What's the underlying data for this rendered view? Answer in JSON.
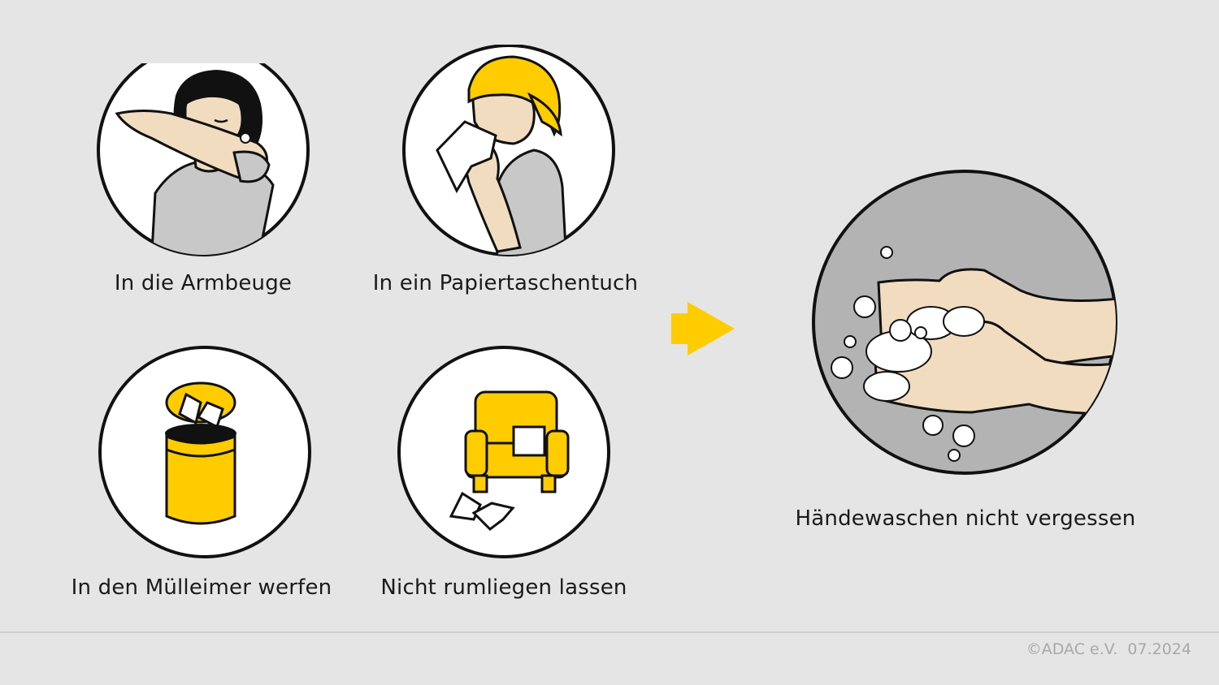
{
  "captions": {
    "elbow": "In die Armbeuge",
    "tissue": "In ein Papiertaschentuch",
    "bin": "In den Mülleimer werfen",
    "floor": "Nicht rumliegen lassen",
    "wash": "Händewaschen nicht vergessen"
  },
  "footer": {
    "copyright": "©ADAC e.V.",
    "date": "07.2024"
  },
  "icons": {
    "elbow": "person-sneezing-into-elbow-icon",
    "tissue": "person-sneezing-into-tissue-icon",
    "bin": "trash-bin-with-tissues-icon",
    "floor": "armchair-with-tissues-on-floor-icon",
    "arrow": "arrow-right-icon",
    "wash": "hand-washing-icon"
  },
  "colors": {
    "background": "#e5e5e5",
    "accent_yellow": "#ffcc00",
    "wash_circle": "#b3b3b3",
    "skin": "#f1dcc0",
    "shirt": "#c8c8c8"
  }
}
